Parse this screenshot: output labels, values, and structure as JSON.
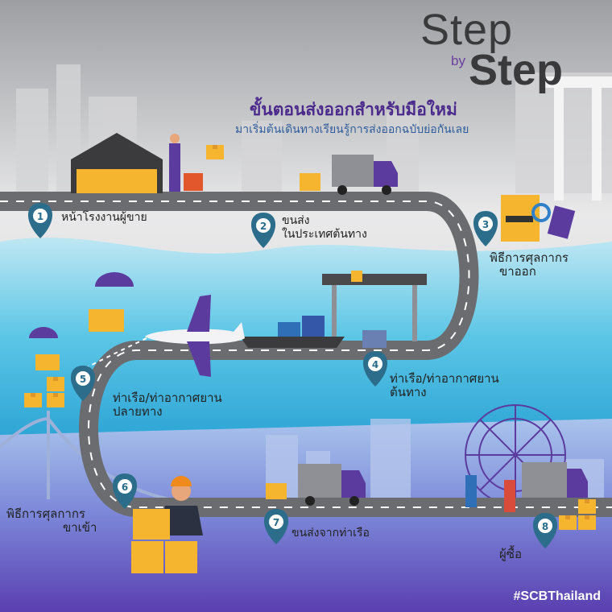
{
  "header": {
    "title_line1": "Step",
    "title_by": "by",
    "title_line2": "Step",
    "headline": "ขั้นตอนส่งออกสำหรับมือใหม่",
    "subheadline": "มาเริ่มต้นเดินทางเรียนรู้การส่งออกฉบับย่อกันเลย"
  },
  "steps": [
    {
      "number": "1",
      "line1": "หน้าโรงงานผู้ขาย",
      "line2": ""
    },
    {
      "number": "2",
      "line1": "ขนส่ง",
      "line2": "ในประเทศต้นทาง"
    },
    {
      "number": "3",
      "line1": "พิธีการศุลกากร",
      "line2": "ขาออก"
    },
    {
      "number": "4",
      "line1": "ท่าเรือ/ท่าอากาศยาน",
      "line2": "ต้นทาง"
    },
    {
      "number": "5",
      "line1": "ท่าเรือ/ท่าอากาศยาน",
      "line2": "ปลายทาง"
    },
    {
      "number": "6",
      "line1": "พิธีการศุลกากร",
      "line2": "ขาเข้า"
    },
    {
      "number": "7",
      "line1": "ขนส่งจากท่าเรือ",
      "line2": ""
    },
    {
      "number": "8",
      "line1": "ผู้ซื้อ",
      "line2": ""
    }
  ],
  "footer": {
    "hashtag": "#SCBThailand"
  },
  "colors": {
    "pin": "#2b6d8a",
    "road": "#6b6c70",
    "purple": "#5b3b9e",
    "box": "#f6b52e",
    "sea": "#35b5dd"
  }
}
